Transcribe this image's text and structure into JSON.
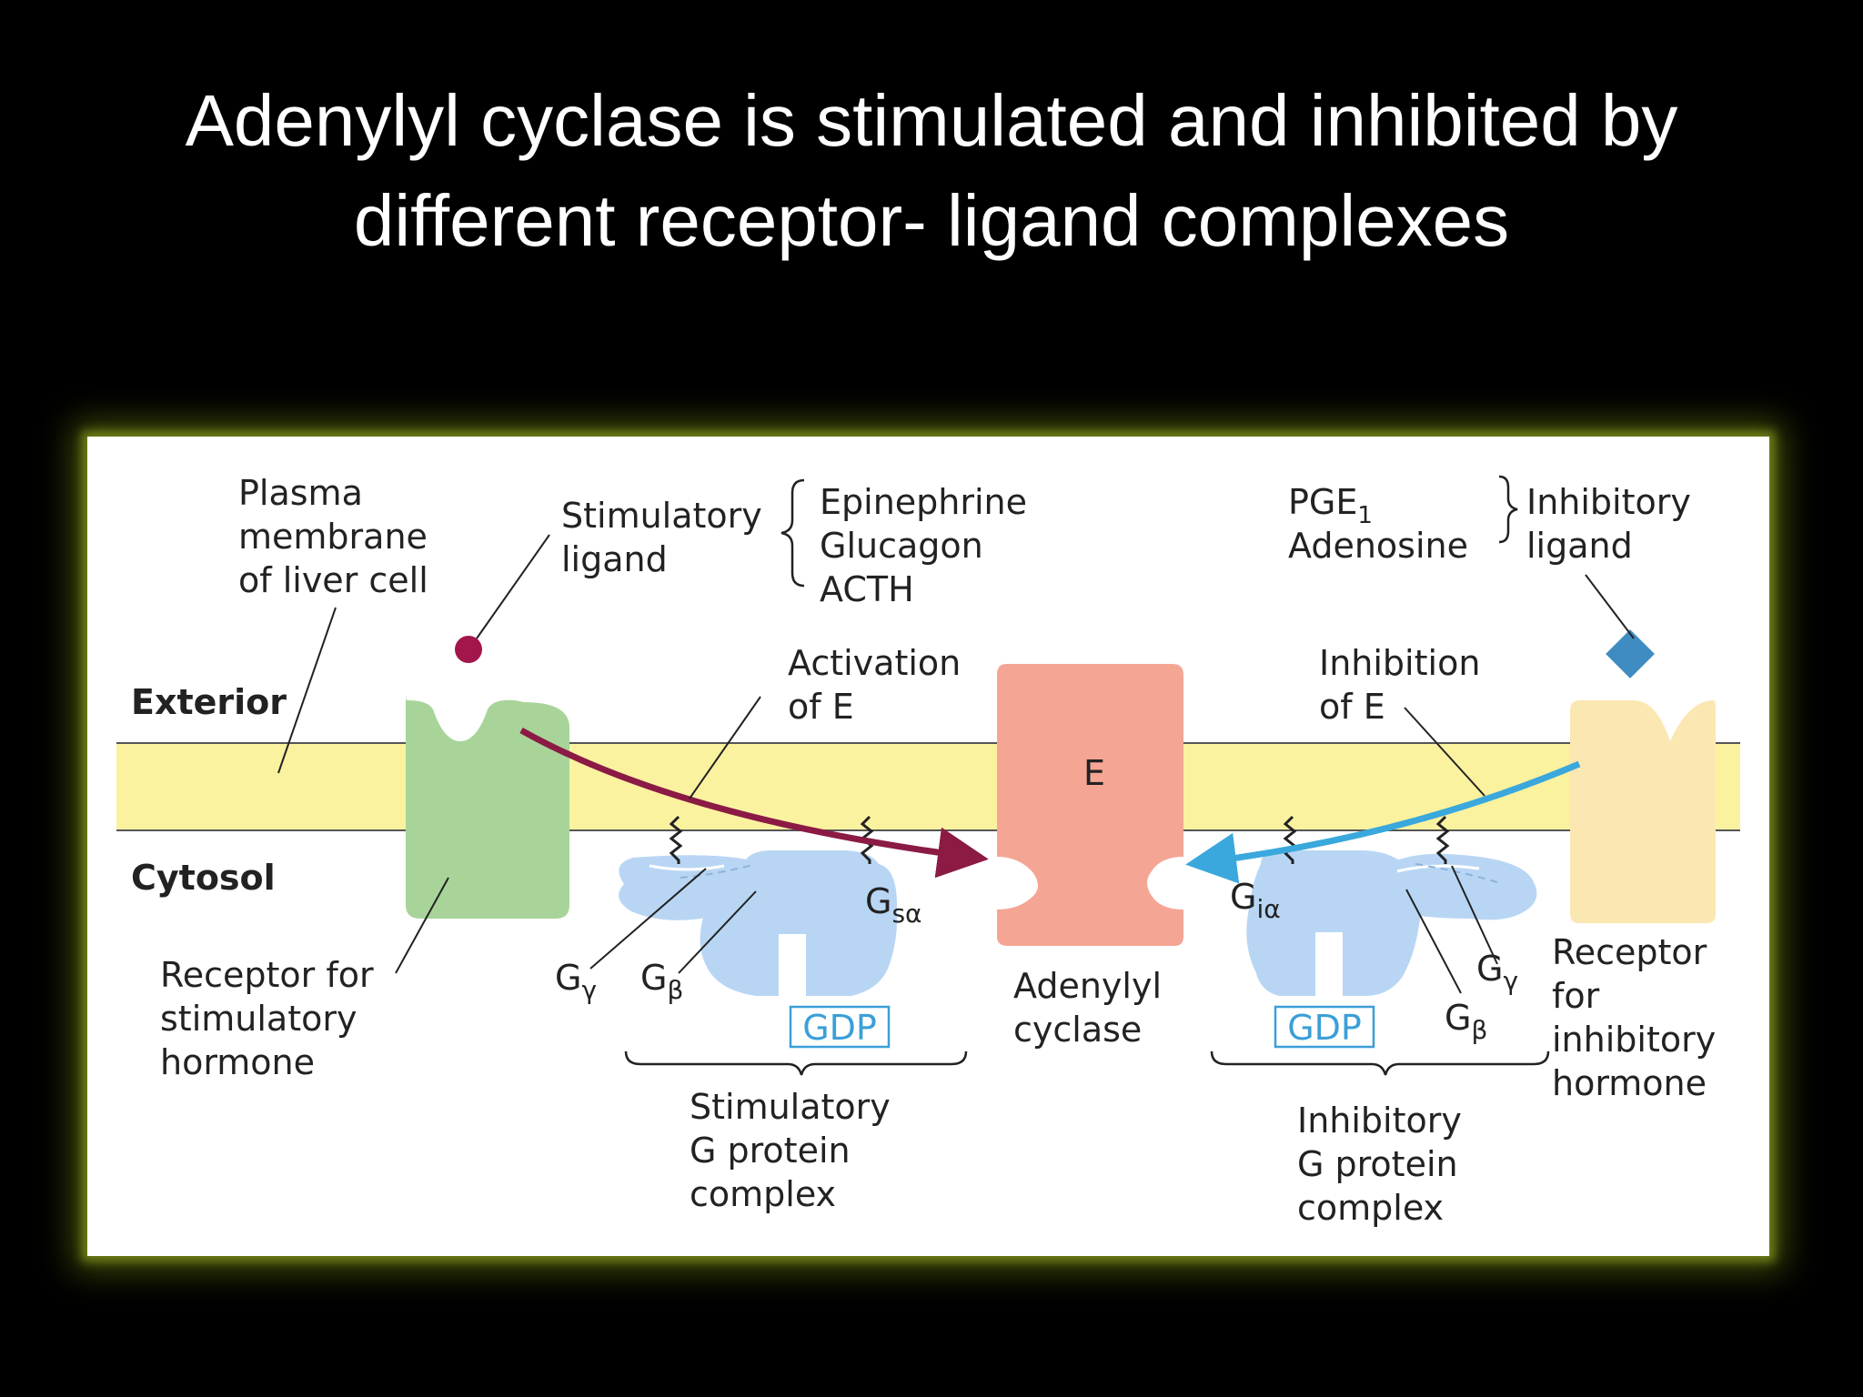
{
  "title": {
    "line1": "Adenylyl cyclase is stimulated and inhibited by",
    "line2": "different receptor- ligand complexes"
  },
  "colors": {
    "background": "#000000",
    "frame_glow": "#6f7d18",
    "membrane": "#fbf2a0",
    "stim_receptor": "#a8d49a",
    "inhib_receptor": "#fbe7b2",
    "adenylyl_cyclase": "#f5a594",
    "g_protein": "#b8d6f4",
    "gdp_text": "#3b9fd8",
    "stim_arrow": "#8b1a45",
    "inhib_arrow": "#3aa8dc",
    "stim_ligand": "#a3164b",
    "inhib_ligand": "#3e8cc1"
  },
  "diagram": {
    "plasma_membrane": [
      "Plasma",
      "membrane",
      "of liver cell"
    ],
    "stim_ligand": [
      "Stimulatory",
      "ligand"
    ],
    "stim_ligands_list": [
      "Epinephrine",
      "Glucagon",
      "ACTH"
    ],
    "inhib_ligands_list": {
      "pge": "PGE",
      "pge_sub": "1",
      "adenosine": "Adenosine"
    },
    "inhib_ligand": [
      "Inhibitory",
      "ligand"
    ],
    "exterior": "Exterior",
    "cytosol": "Cytosol",
    "activation": [
      "Activation",
      "of E"
    ],
    "inhibition": [
      "Inhibition",
      "of E"
    ],
    "enzyme": "E",
    "adenylyl_cyclase": [
      "Adenylyl",
      "cyclase"
    ],
    "stim_receptor": [
      "Receptor for",
      "stimulatory",
      "hormone"
    ],
    "inhib_receptor": [
      "Receptor",
      "for",
      "inhibitory",
      "hormone"
    ],
    "g_main": "G",
    "g_s_alpha_sub": "sα",
    "g_i_alpha_sub": "iα",
    "g_gamma_sub": "γ",
    "g_beta_sub": "β",
    "gdp": "GDP",
    "stim_complex": [
      "Stimulatory",
      "G protein",
      "complex"
    ],
    "inhib_complex": [
      "Inhibitory",
      "G protein",
      "complex"
    ]
  }
}
